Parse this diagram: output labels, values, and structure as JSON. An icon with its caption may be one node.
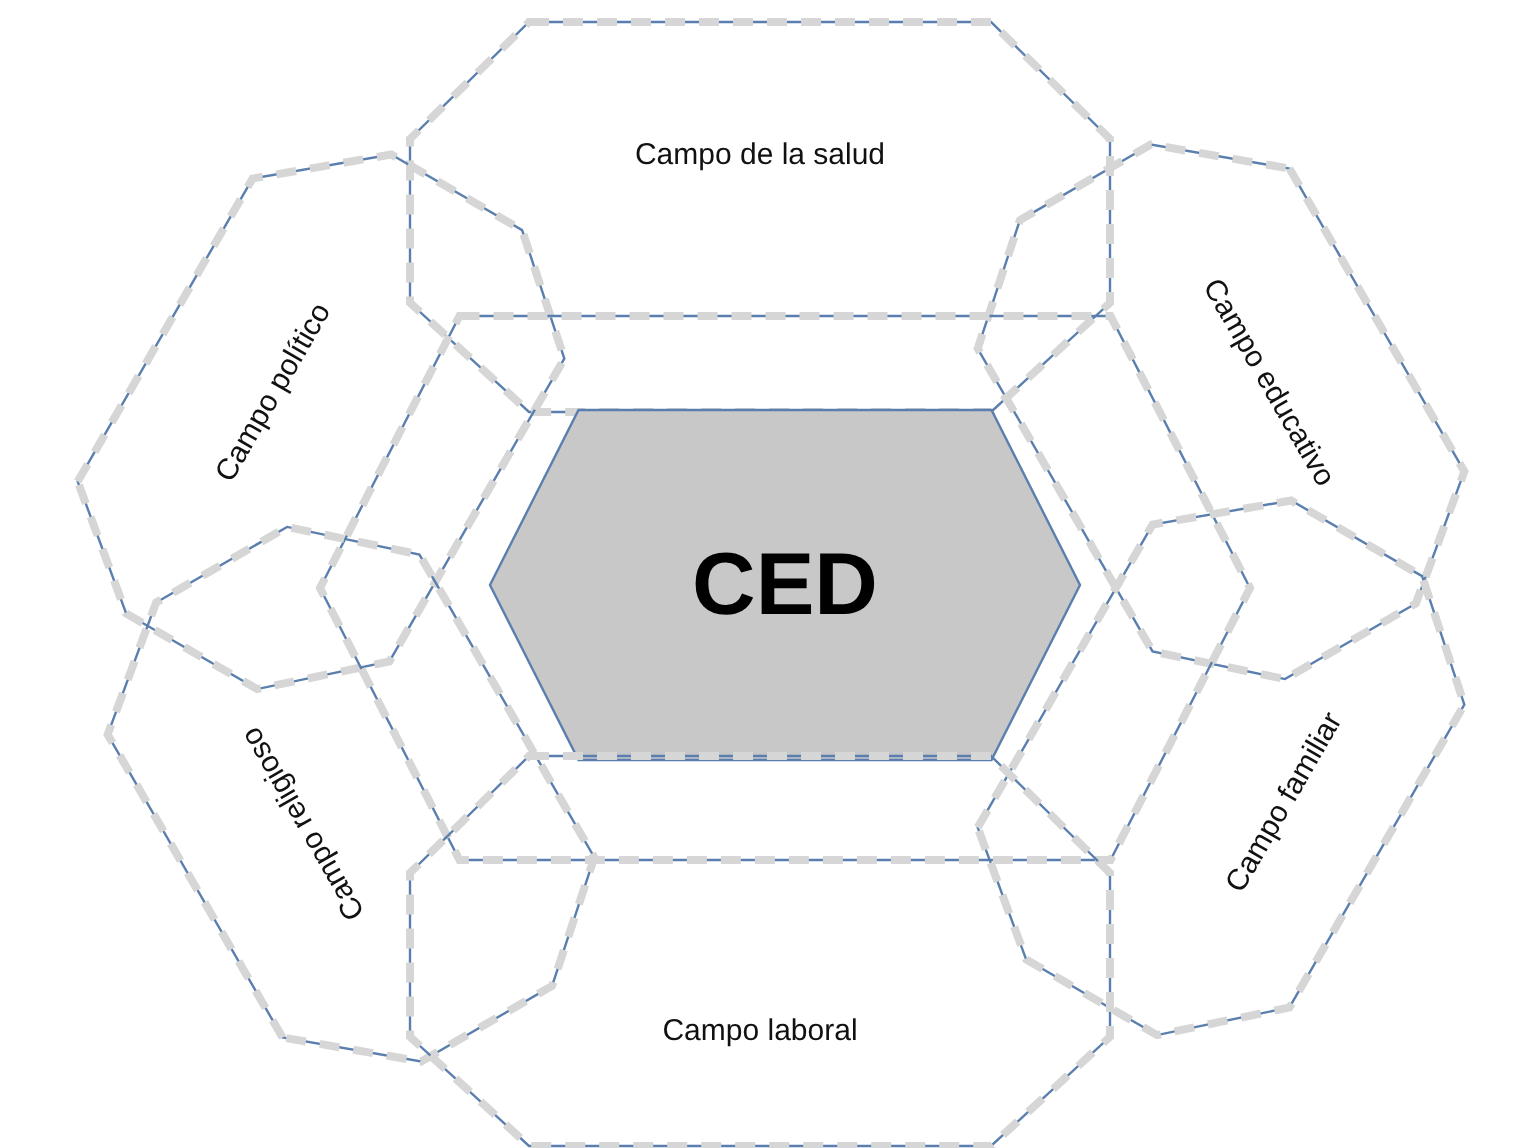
{
  "diagram": {
    "nodes": [
      {
        "text": [
          "Campo de la salud"
        ]
      },
      {
        "text": [
          "Campo político"
        ]
      },
      {
        "text": [
          "Campo educativo"
        ]
      },
      {
        "text": [],
        "shape": "hexagon"
      },
      {
        "text": [
          "CED"
        ],
        "in": 3
      },
      {
        "text": [
          "Campo religioso"
        ]
      },
      {
        "text": [
          "Campo familiar"
        ]
      },
      {
        "text": [
          "Campo laboral"
        ]
      }
    ]
  }
}
